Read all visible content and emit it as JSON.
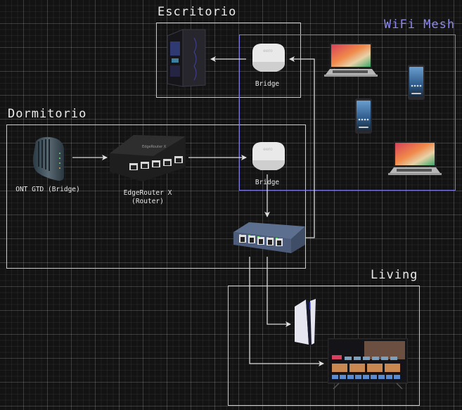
{
  "diagram": {
    "title": "Home network diagram",
    "zones": {
      "escritorio": "Escritorio",
      "dormitorio": "Dormitorio",
      "living": "Living",
      "wifi_mesh": "WiFi Mesh"
    },
    "devices": {
      "desktop_pc": {
        "icon": "desktop-tower-icon",
        "label": ""
      },
      "eero_escritorio": {
        "icon": "eero-router-icon",
        "label": "Bridge"
      },
      "eero_dormitorio": {
        "icon": "eero-router-icon",
        "label": "Bridge"
      },
      "ont": {
        "icon": "modem-icon",
        "label": "ONT GTD (Bridge)"
      },
      "edgerouter": {
        "icon": "edgerouter-icon",
        "label_line1": "EdgeRouter X",
        "label_line2": "(Router)",
        "brand_text": "EdgeRouter X"
      },
      "switch": {
        "icon": "network-switch-icon",
        "label": ""
      },
      "laptop_1": {
        "icon": "laptop-icon",
        "label": ""
      },
      "laptop_2": {
        "icon": "laptop-icon",
        "label": ""
      },
      "phone_1": {
        "icon": "smartphone-icon",
        "label": ""
      },
      "phone_2": {
        "icon": "smartphone-icon",
        "label": ""
      },
      "ps5": {
        "icon": "game-console-icon",
        "label": ""
      },
      "tv": {
        "icon": "smart-tv-icon",
        "label": ""
      }
    },
    "connections": [
      {
        "from": "ont",
        "to": "edgerouter"
      },
      {
        "from": "edgerouter",
        "to": "eero_dormitorio"
      },
      {
        "from": "eero_dormitorio",
        "to": "switch"
      },
      {
        "from": "switch",
        "to": "eero_escritorio"
      },
      {
        "from": "eero_escritorio",
        "to": "desktop_pc"
      },
      {
        "from": "switch",
        "to": "ps5"
      },
      {
        "from": "switch",
        "to": "tv"
      }
    ],
    "colors": {
      "background": "#131313",
      "zone_border": "#c9c9c9",
      "mesh_border": "#7b78e0",
      "mesh_title": "#8c89f0",
      "wire": "#d9d9d9"
    }
  }
}
